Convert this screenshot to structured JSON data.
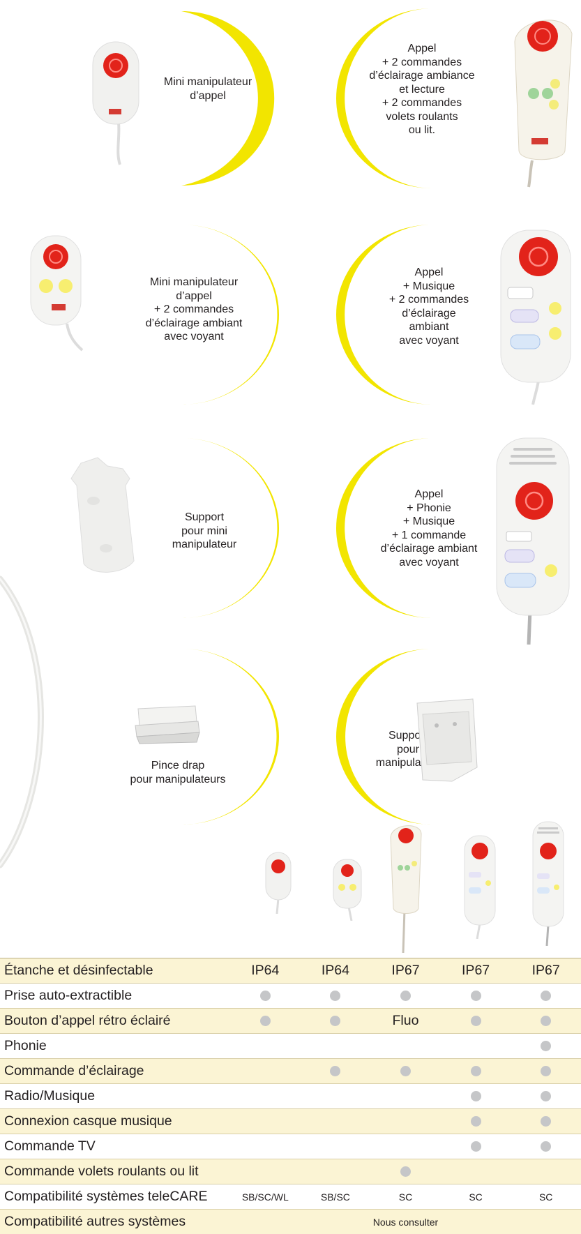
{
  "products": [
    {
      "id": "mini-call",
      "lines": [
        "Mini manipulateur",
        "d’appel"
      ]
    },
    {
      "id": "call-light-shutters",
      "lines": [
        "Appel",
        "+ 2 commandes",
        "d’éclairage ambiance",
        "et lecture",
        "+ 2 commandes",
        "volets roulants",
        "ou lit."
      ]
    },
    {
      "id": "mini-call-light",
      "lines": [
        "Mini manipulateur",
        "d’appel",
        "+ 2 commandes",
        "d’éclairage ambiant",
        "avec voyant"
      ]
    },
    {
      "id": "call-music-light",
      "lines": [
        "Appel",
        "+ Musique",
        "+ 2 commandes",
        "d’éclairage",
        "ambiant",
        "avec voyant"
      ]
    },
    {
      "id": "mini-support",
      "lines": [
        "Support",
        "pour mini",
        "manipulateur"
      ]
    },
    {
      "id": "call-phone-music",
      "lines": [
        "Appel",
        "+ Phonie",
        "+ Musique",
        "+ 1 commande",
        "d’éclairage ambiant",
        "avec voyant"
      ]
    },
    {
      "id": "sheet-clip",
      "lines": [
        "Pince drap",
        "pour manipulateurs"
      ]
    },
    {
      "id": "handset-support",
      "lines": [
        "Support",
        "pour",
        "manipulateur"
      ]
    }
  ],
  "colors": {
    "arc": "#f2e500",
    "row_odd": "#fbf4d4",
    "dot": "#c5c6c8",
    "call_red": "#e2231a"
  },
  "table": {
    "rows": [
      {
        "label": "Étanche et désinfectable",
        "values": [
          "IP64",
          "IP64",
          "IP67",
          "IP67",
          "IP67"
        ]
      },
      {
        "label": "Prise auto-extractible",
        "values": [
          "dot",
          "dot",
          "dot",
          "dot",
          "dot"
        ]
      },
      {
        "label": "Bouton d’appel rétro éclairé",
        "values": [
          "dot",
          "dot",
          "Fluo",
          "dot",
          "dot"
        ]
      },
      {
        "label": "Phonie",
        "values": [
          "",
          "",
          "",
          "",
          "dot"
        ]
      },
      {
        "label": "Commande d’éclairage",
        "values": [
          "",
          "dot",
          "dot",
          "dot",
          "dot"
        ]
      },
      {
        "label": "Radio/Musique",
        "values": [
          "",
          "",
          "",
          "dot",
          "dot"
        ]
      },
      {
        "label": "Connexion casque musique",
        "values": [
          "",
          "",
          "",
          "dot",
          "dot"
        ]
      },
      {
        "label": "Commande TV",
        "values": [
          "",
          "",
          "",
          "dot",
          "dot"
        ]
      },
      {
        "label": "Commande volets roulants ou lit",
        "values": [
          "",
          "",
          "dot",
          "",
          ""
        ]
      },
      {
        "label": "Compatibilité systèmes teleCARE",
        "values": [
          "SB/SC/WL",
          "SB/SC",
          "SC",
          "SC",
          "SC"
        ],
        "small": true
      },
      {
        "label": "Compatibilité autres systèmes",
        "merged": "Nous consulter"
      }
    ]
  }
}
